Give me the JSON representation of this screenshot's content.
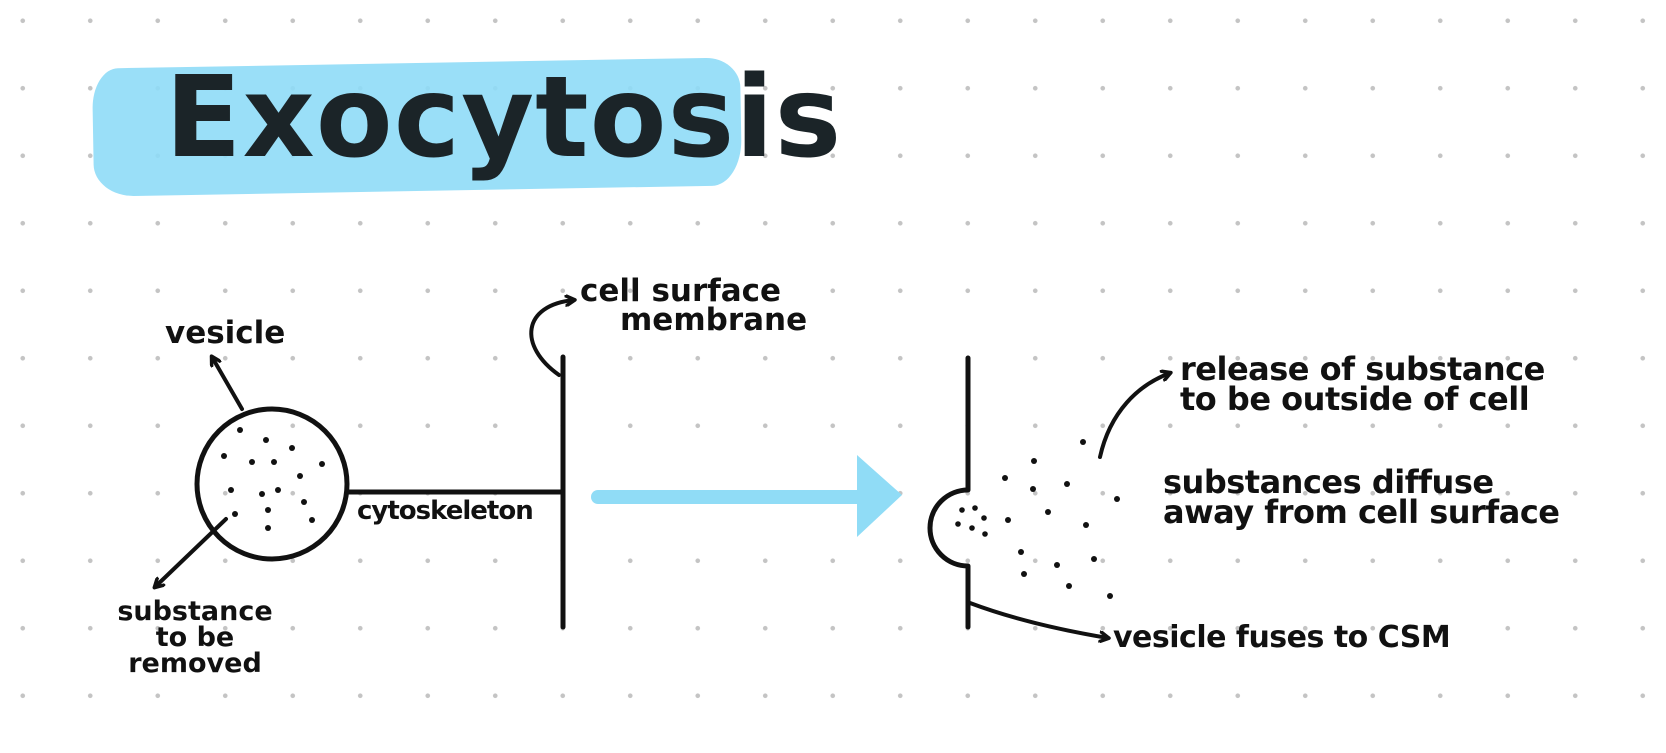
{
  "title": "Exocytosis",
  "colors": {
    "highlight": "#8fdcf7",
    "arrow": "#90dcf6",
    "ink": "#111111"
  },
  "labels": {
    "vesicle": "vesicle",
    "substance_removed": [
      "substance",
      "to be",
      "removed"
    ],
    "cytoskeleton": "cytoskeleton",
    "cell_surface_membrane": [
      "cell surface",
      "membrane"
    ],
    "release": [
      "release of substance",
      "to be outside of cell"
    ],
    "diffuse": [
      "substances diffuse",
      "away from cell surface"
    ],
    "fuses": "vesicle fuses to CSM"
  }
}
